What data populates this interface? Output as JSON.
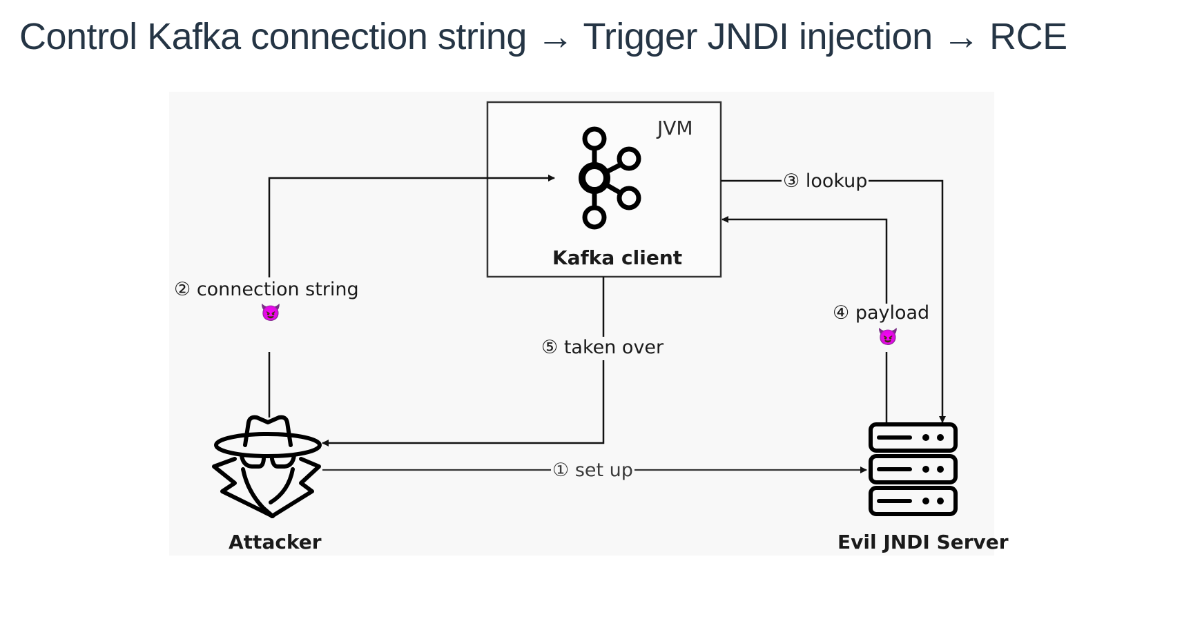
{
  "title": "Control Kafka connection string → Trigger JNDI injection →  RCE",
  "nodes": {
    "kafka_client": {
      "label": "Kafka client",
      "container_label": "JVM",
      "icon": "kafka-logo-icon"
    },
    "attacker": {
      "label": "Attacker",
      "icon": "hacker-hat-icon"
    },
    "server": {
      "label": "Evil JNDI Server",
      "icon": "server-rack-icon"
    }
  },
  "edges": [
    {
      "step": "①",
      "label": "set up",
      "from": "Attacker",
      "to": "Evil JNDI Server",
      "malicious": false
    },
    {
      "step": "②",
      "label": "connection string",
      "from": "Attacker",
      "to": "Kafka client",
      "malicious": true
    },
    {
      "step": "③",
      "label": "lookup",
      "from": "Kafka client",
      "to": "Evil JNDI Server",
      "malicious": false
    },
    {
      "step": "④",
      "label": "payload",
      "from": "Evil JNDI Server",
      "to": "Kafka client",
      "malicious": true
    },
    {
      "step": "⑤",
      "label": "taken over",
      "from": "Kafka client",
      "to": "Attacker",
      "malicious": false
    }
  ],
  "malicious_marker": "😈",
  "colors": {
    "title": "#253545",
    "line": "#1a1a1a",
    "background": "#f8f8f8"
  }
}
